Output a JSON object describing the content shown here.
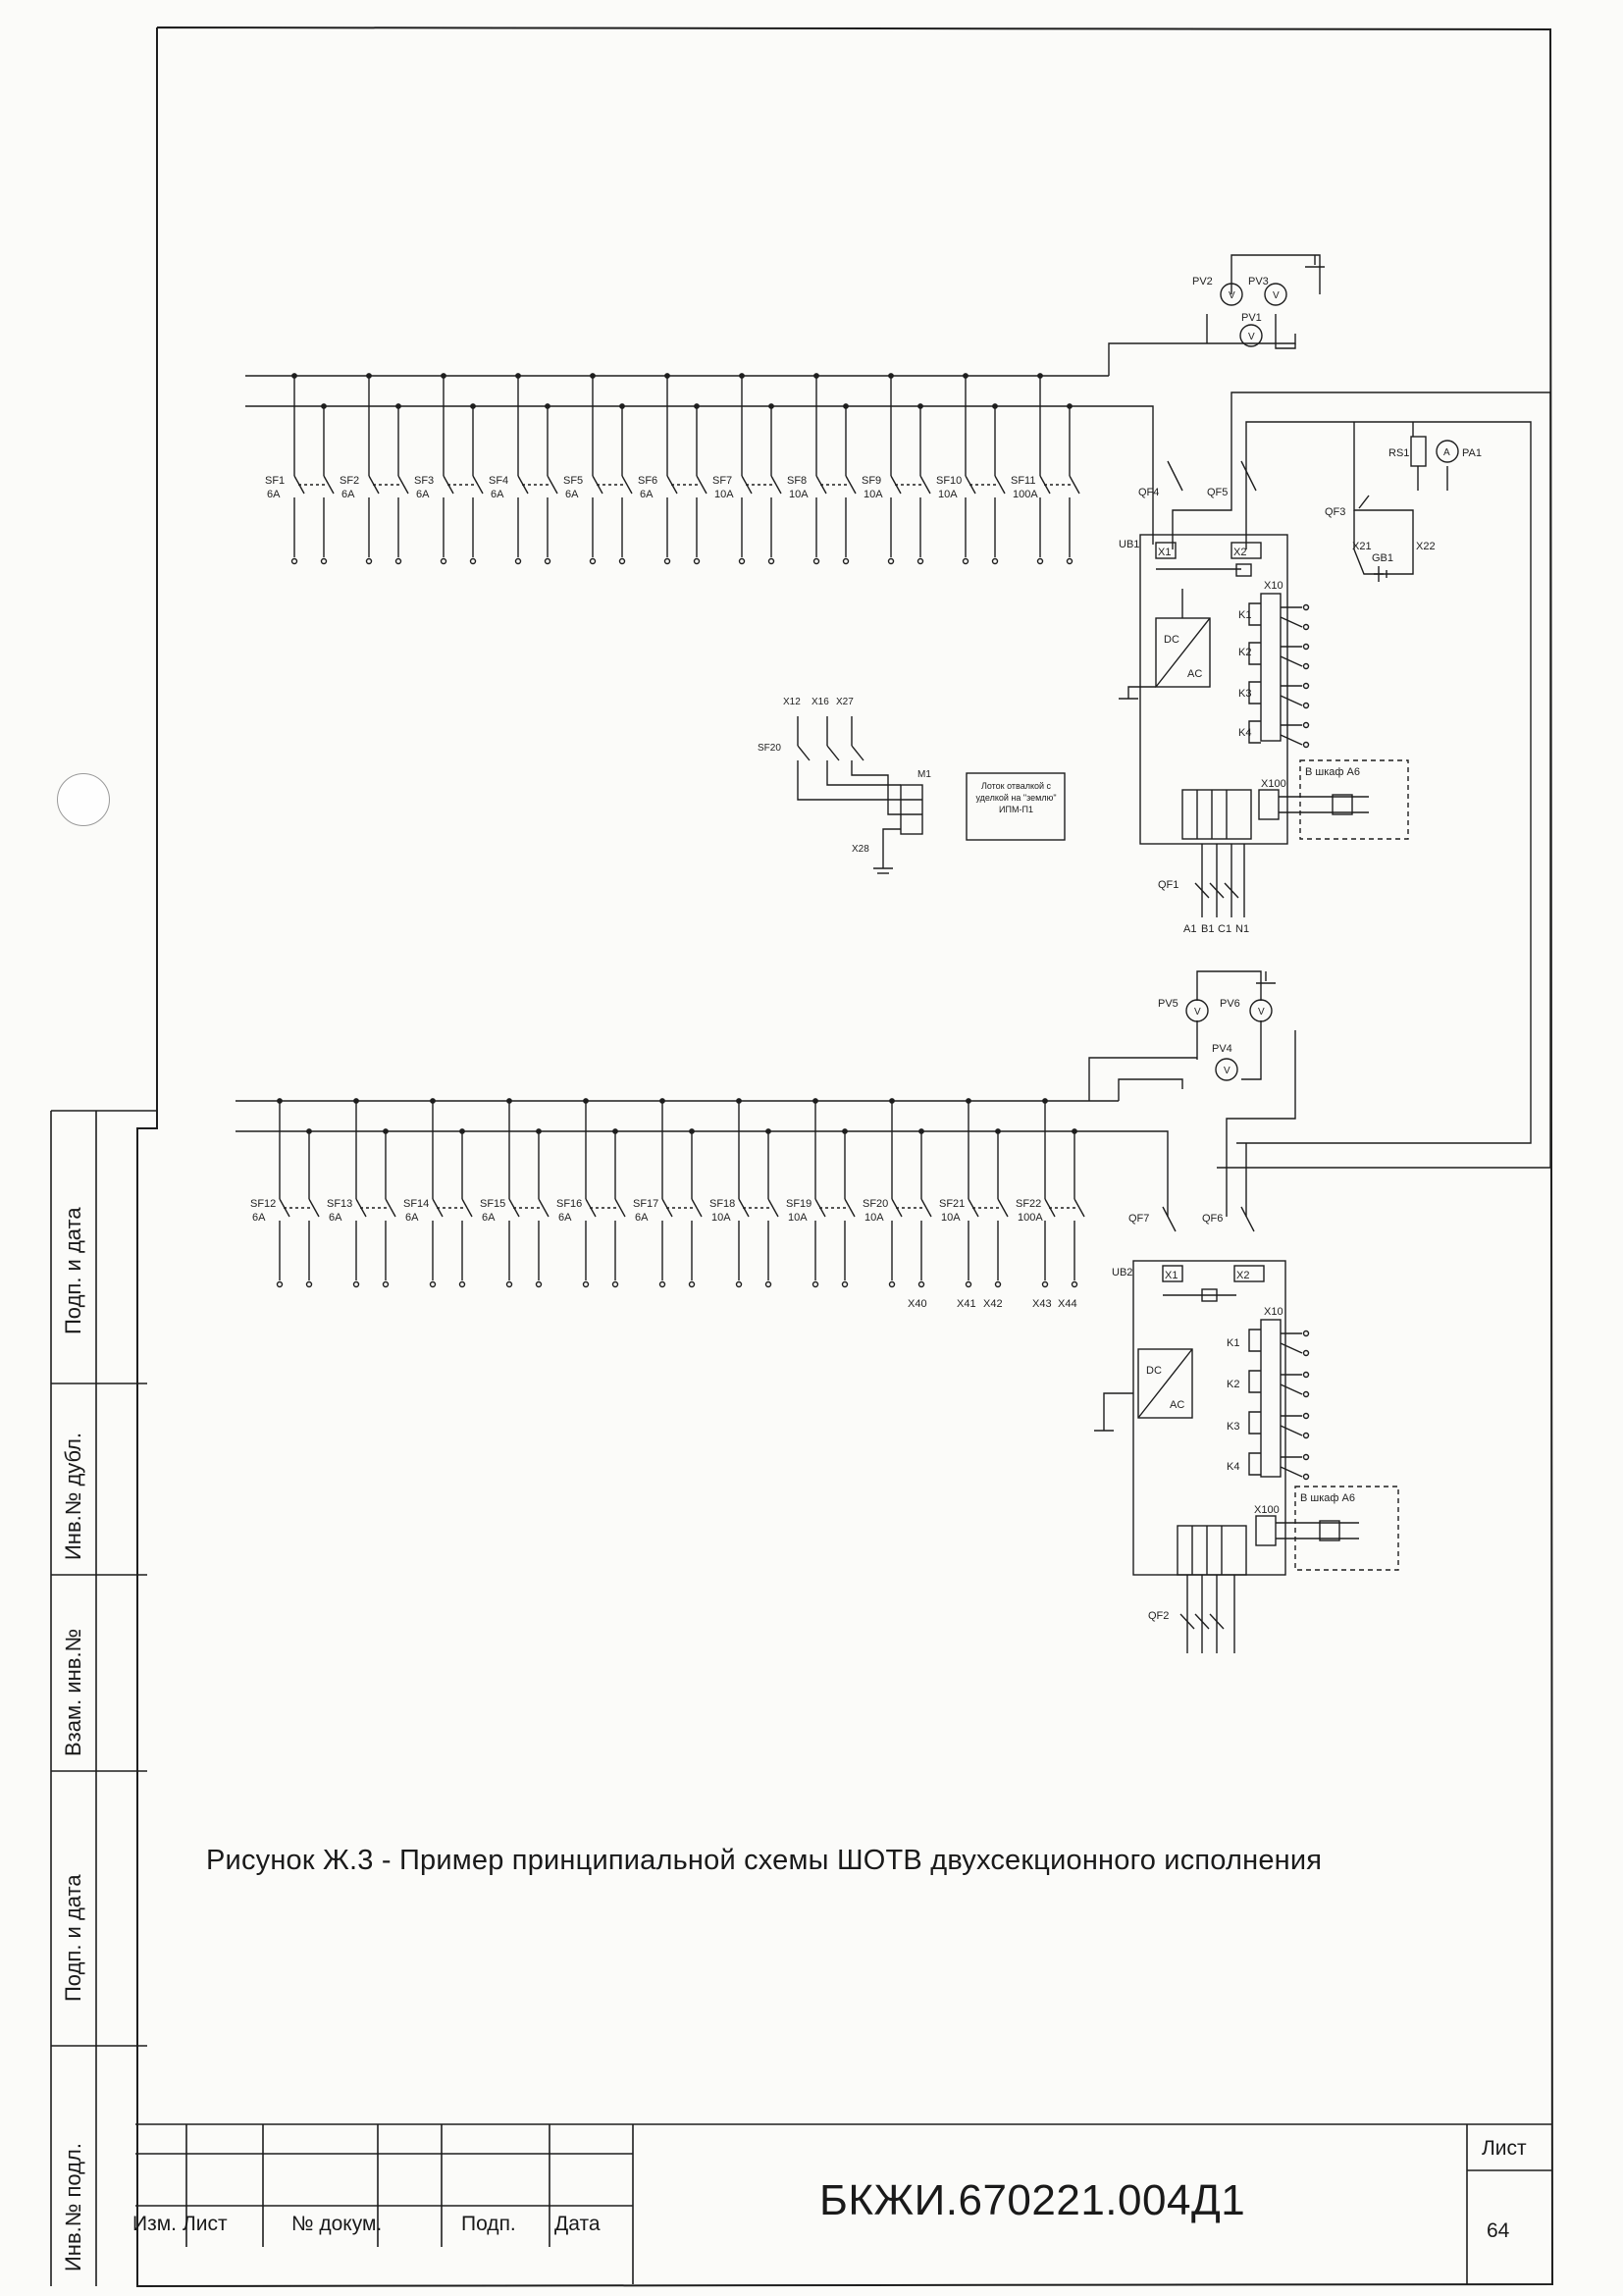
{
  "figure": {
    "caption": "Рисунок Ж.3 - Пример принципиальной схемы ШОТВ двухсекционного исполнения"
  },
  "upper_section": {
    "breakers": [
      {
        "id": "SF1",
        "rating": "6А"
      },
      {
        "id": "SF2",
        "rating": "6А"
      },
      {
        "id": "SF3",
        "rating": "6А"
      },
      {
        "id": "SF4",
        "rating": "6А"
      },
      {
        "id": "SF5",
        "rating": "6А"
      },
      {
        "id": "SF6",
        "rating": "6А"
      },
      {
        "id": "SF7",
        "rating": "10А"
      },
      {
        "id": "SF8",
        "rating": "10А"
      },
      {
        "id": "SF9",
        "rating": "10А"
      },
      {
        "id": "SF10",
        "rating": "10А"
      },
      {
        "id": "SF11",
        "rating": "100А"
      }
    ],
    "meters": {
      "pv2": "PV2",
      "pv3": "PV3",
      "pv1": "PV1",
      "pa1": "PA1",
      "rs1": "RS1"
    },
    "qf4": "QF4",
    "qf5": "QF5",
    "qf3": "QF3",
    "ub1": "UB1",
    "gb1": "GB1",
    "x21": "X21",
    "x22": "X22",
    "x1": "X1",
    "x2": "X2",
    "x10": "X10",
    "x100": "X100",
    "relays": [
      "K1",
      "K2",
      "K3",
      "K4"
    ],
    "remote_label": "В шкаф А6",
    "qf1": "QF1",
    "phases": [
      "A1",
      "B1",
      "C1",
      "N1"
    ]
  },
  "spd": {
    "terminals": [
      "X12",
      "X16",
      "X27"
    ],
    "sf": "SF20",
    "x28": "X28",
    "module": "М1",
    "box_text": "Лоток отвалкой с уделкой на \"землю\" ИПМ-П1"
  },
  "lower_section": {
    "breakers": [
      {
        "id": "SF12",
        "rating": "6А"
      },
      {
        "id": "SF13",
        "rating": "6А"
      },
      {
        "id": "SF14",
        "rating": "6А"
      },
      {
        "id": "SF15",
        "rating": "6А"
      },
      {
        "id": "SF16",
        "rating": "6А"
      },
      {
        "id": "SF17",
        "rating": "6А"
      },
      {
        "id": "SF18",
        "rating": "10А"
      },
      {
        "id": "SF19",
        "rating": "10А"
      },
      {
        "id": "SF20",
        "rating": "10А"
      },
      {
        "id": "SF21",
        "rating": "10А"
      },
      {
        "id": "SF22",
        "rating": "100А"
      }
    ],
    "meters": {
      "pv5": "PV5",
      "pv6": "PV6",
      "pv4": "PV4"
    },
    "qf7": "QF7",
    "qf6": "QF6",
    "ub2": "UB2",
    "x1": "X1",
    "x2": "X2",
    "x10": "X10",
    "x100": "X100",
    "relays": [
      "K1",
      "K2",
      "K3",
      "K4"
    ],
    "remote_label": "В шкаф А6",
    "qf2": "QF2",
    "outputs": [
      "X40",
      "X41",
      "X42",
      "X43",
      "X44"
    ]
  },
  "converter": {
    "dc": "DC",
    "ac": "AC"
  },
  "sidebar": {
    "podp_data_top": "Подп. и дата",
    "inv_dubl": "Инв.№ дубл.",
    "vzam_inv": "Взам. инв.№",
    "podp_data_bottom": "Подп. и дата",
    "inv_podl": "Инв.№ подл."
  },
  "title_block": {
    "izm": "Изм.",
    "list": "Лист",
    "dokum": "№ докум.",
    "podp": "Подп.",
    "data": "Дата",
    "document_number": "БКЖИ.670221.004Д1",
    "sheet_label": "Лист",
    "sheet_number": "64"
  }
}
